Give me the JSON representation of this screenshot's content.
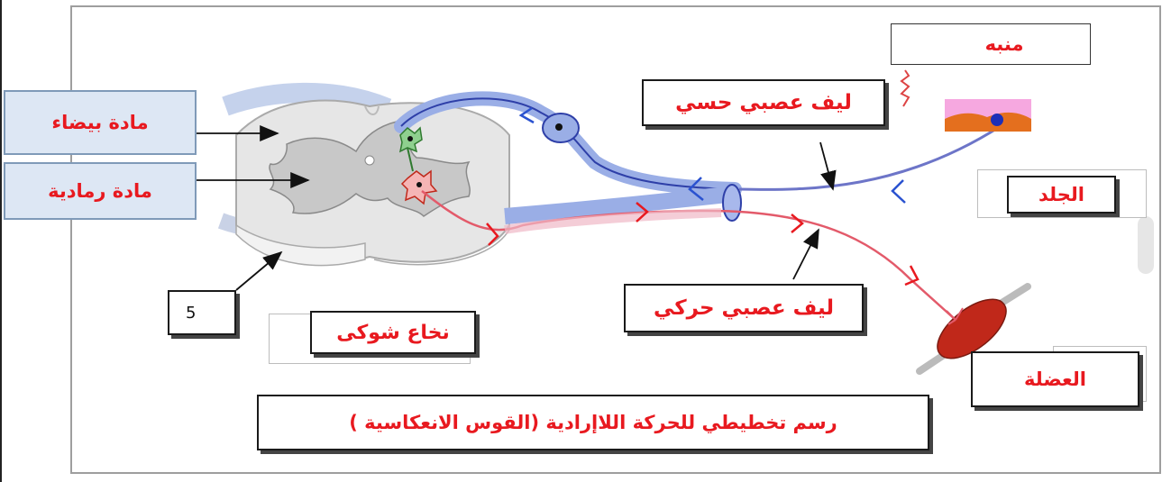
{
  "labels": {
    "stimulus": "منبه",
    "sensory_fiber": "ليف عصبي  حسي",
    "white_matter": "مادة بيضاء",
    "gray_matter": "مادة رمادية",
    "skin": "الجلد",
    "number_5": "5",
    "spinal_cord": "نخاع شوكى",
    "motor_fiber": "ليف عصبي حركي",
    "muscle": "العضلة",
    "caption": "رسم تخطيطي للحركة اللاإرادية (القوس الانعكاسية )"
  },
  "colors": {
    "label_red": "#e8191f",
    "sensory_blue": "#8fa6e6",
    "motor_red": "#e05a6a",
    "cord_gray": "#d4d4d4",
    "muscle_red": "#c0281a"
  }
}
